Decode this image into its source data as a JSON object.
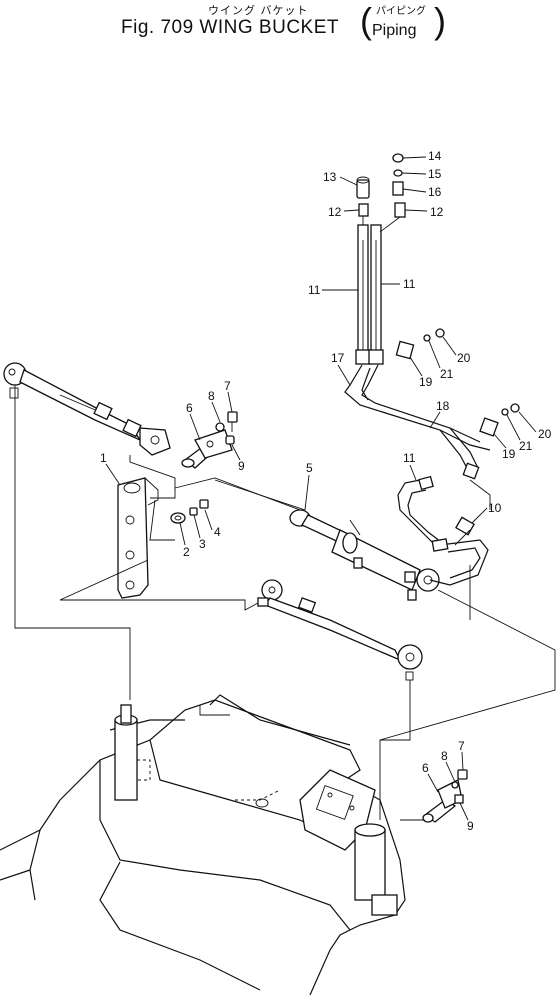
{
  "title": {
    "japanese": "ウイング バケット",
    "japanese_sub": "パイピング",
    "figure": "Fig. 709 WING BUCKET",
    "subtitle": "Piping"
  },
  "callouts": [
    "1",
    "2",
    "3",
    "4",
    "5",
    "6",
    "7",
    "8",
    "9",
    "10",
    "11",
    "11",
    "11",
    "12",
    "12",
    "13",
    "14",
    "15",
    "16",
    "17",
    "18",
    "19",
    "19",
    "20",
    "20",
    "21",
    "21",
    "6",
    "7",
    "8",
    "9"
  ]
}
